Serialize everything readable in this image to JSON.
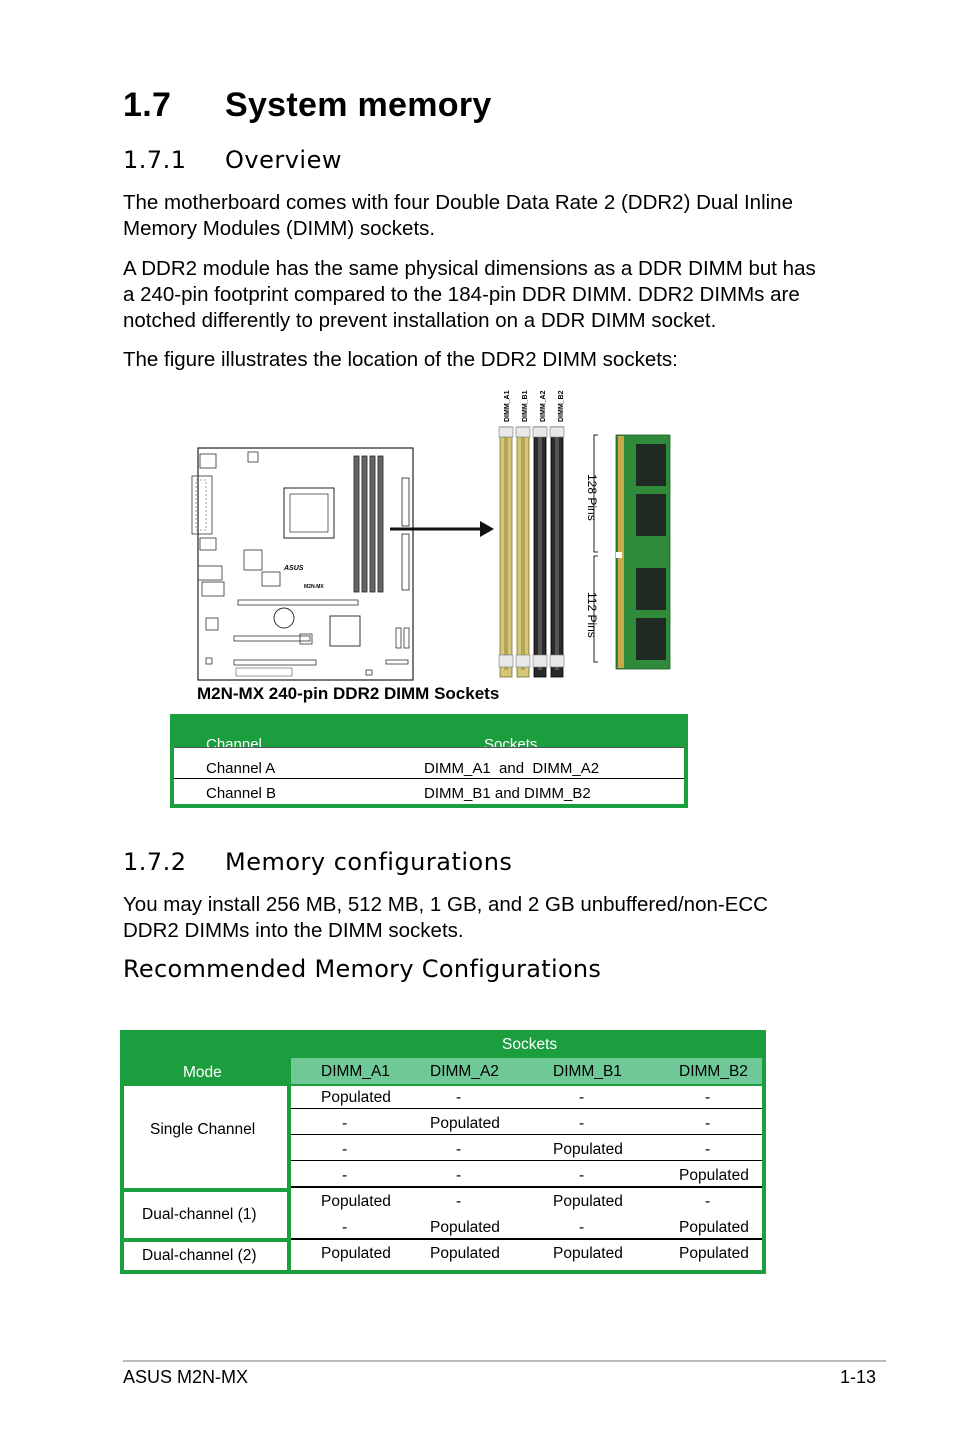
{
  "section": {
    "number": "1.7",
    "title": "System memory"
  },
  "overview": {
    "number": "1.7.1",
    "title": "Overview",
    "para1": "The motherboard comes with four Double Data Rate 2 (DDR2) Dual Inline Memory Modules (DIMM) sockets.",
    "para2": "A DDR2 module has the same physical dimensions as a DDR DIMM but has a 240-pin footprint compared to the 184-pin DDR DIMM. DDR2 DIMMs are notched differently to prevent installation on a DDR DIMM socket.",
    "para3": "The figure illustrates the location of the DDR2 DIMM sockets:"
  },
  "figure": {
    "socket_labels": [
      "DIMM_A1",
      "DIMM_B1",
      "DIMM_A2",
      "DIMM_B2"
    ],
    "pins_top": "128 Pins",
    "pins_bottom": "112 Pins",
    "board_brand": "ASUS",
    "board_model": "M2N-MX",
    "caption": "M2N-MX 240-pin DDR2 DIMM Sockets",
    "colors": {
      "yellow_socket": "#d4c77a",
      "black_socket": "#2a2a2a",
      "module_pcb": "#2f8a3a"
    }
  },
  "channel_table": {
    "headers": [
      "Channel",
      "Sockets"
    ],
    "rows": [
      [
        "Channel A",
        "DIMM_A1  and  DIMM_A2"
      ],
      [
        "Channel B",
        "DIMM_B1 and DIMM_B2"
      ]
    ]
  },
  "memory_config": {
    "number": "1.7.2",
    "title": "Memory configurations",
    "para": "You may install 256 MB, 512 MB, 1 GB, and 2 GB unbuffered/non-ECC DDR2 DIMMs into the DIMM sockets."
  },
  "recommended": {
    "title": "Recommended Memory Configurations",
    "mode_header": "Mode",
    "sockets_header": "Sockets",
    "socket_cols": [
      "DIMM_A1",
      "DIMM_A2",
      "DIMM_B1",
      "DIMM_B2"
    ],
    "groups": [
      {
        "mode": "Single Channel",
        "rows": [
          [
            "Populated",
            "-",
            "-",
            "-"
          ],
          [
            "-",
            "Populated",
            "-",
            "-"
          ],
          [
            "-",
            "-",
            "Populated",
            "-"
          ],
          [
            "-",
            "-",
            "-",
            "Populated"
          ]
        ]
      },
      {
        "mode": "Dual-channel (1)",
        "rows": [
          [
            "Populated",
            "-",
            "Populated",
            "-"
          ],
          [
            "-",
            "Populated",
            "-",
            "Populated"
          ]
        ]
      },
      {
        "mode": "Dual-channel (2)",
        "rows": [
          [
            "Populated",
            "Populated",
            "Populated",
            "Populated"
          ]
        ]
      }
    ],
    "colors": {
      "header_green": "#1b9e3e",
      "subheader_green": "#6fc996"
    }
  },
  "footer": {
    "left": "ASUS M2N-MX",
    "right": "1-13"
  }
}
